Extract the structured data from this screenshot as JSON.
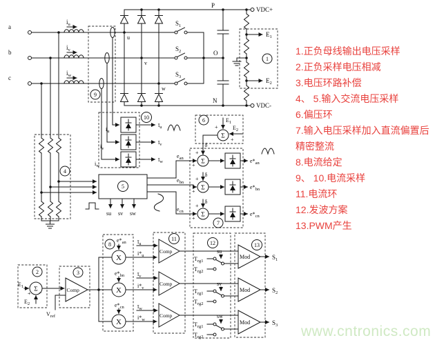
{
  "diagram": {
    "phase": {
      "a": "a",
      "b": "b",
      "c": "c"
    },
    "node": {
      "u": "u",
      "v": "v",
      "w": "w",
      "P": "P",
      "O": "O",
      "N": "N"
    },
    "rail": {
      "vdc_plus": "VDC+",
      "vdc_minus": "VDC-"
    },
    "label": {
      "E1": {
        "m": "E",
        "s": "1"
      },
      "E2": {
        "m": "E",
        "s": "2"
      },
      "S1": {
        "m": "S",
        "s": "1"
      },
      "S2": {
        "m": "S",
        "s": "2"
      },
      "S3": {
        "m": "S",
        "s": "3"
      },
      "iu": {
        "m": "i",
        "s": "u"
      },
      "iv": {
        "m": "i",
        "s": "v"
      },
      "iw": {
        "m": "i",
        "s": "w"
      },
      "iu_bar": {
        "m": "ī",
        "s": "u"
      },
      "iv_bar": {
        "m": "ī",
        "s": "v"
      },
      "iw_bar": {
        "m": "ī",
        "s": "w"
      },
      "iu_ref": {
        "m": "i*",
        "s": "u"
      },
      "iv_ref": {
        "m": "i*",
        "s": "v"
      },
      "iw_ref": {
        "m": "i*",
        "s": "w"
      },
      "ean": {
        "m": "e",
        "s": "an"
      },
      "ebn": {
        "m": "e",
        "s": "bn"
      },
      "ecn": {
        "m": "e",
        "s": "cn"
      },
      "ean_ref": {
        "m": "e*",
        "s": "an"
      },
      "ebn_ref": {
        "m": "e*",
        "s": "bn"
      },
      "ecn_ref": {
        "m": "e*",
        "s": "cn"
      },
      "su": "su",
      "sv": "sv",
      "sw": "sw",
      "trg1": {
        "m": "T",
        "s": "rg1"
      },
      "trg2": {
        "m": "T",
        "s": "rg2"
      },
      "vref": {
        "m": "V",
        "s": "ref"
      }
    },
    "sym": {
      "sigma": "Σ",
      "mult": "X",
      "plus": "+",
      "minus": "−",
      "delta": "δ",
      "comp": "Comp",
      "mod": "Mod"
    },
    "num": {
      "n1": "1",
      "n2": "2",
      "n3": "3",
      "n4": "4",
      "n5": "5",
      "n6": "6",
      "n7": "7",
      "n8": "8",
      "n9": "9",
      "n10": "10",
      "n11": "11",
      "n12": "12",
      "n13": "13"
    }
  },
  "annotations": {
    "color": "#e8413d",
    "lines": [
      "1.正负母线输出电压采样",
      "2.正负采样电压相减",
      "3.电压环路补偿",
      "4、 5.输入交流电压采样",
      "6.偏压环",
      "7.输入电压采样加入直流偏置后",
      "精密整流",
      "8.电流给定",
      "9、 10.电流采样",
      "11.电流环",
      "12.发波方案",
      "13.PWM产生"
    ]
  },
  "watermark": {
    "text": "www.cntronics.com",
    "color": "#cfe9c3"
  }
}
